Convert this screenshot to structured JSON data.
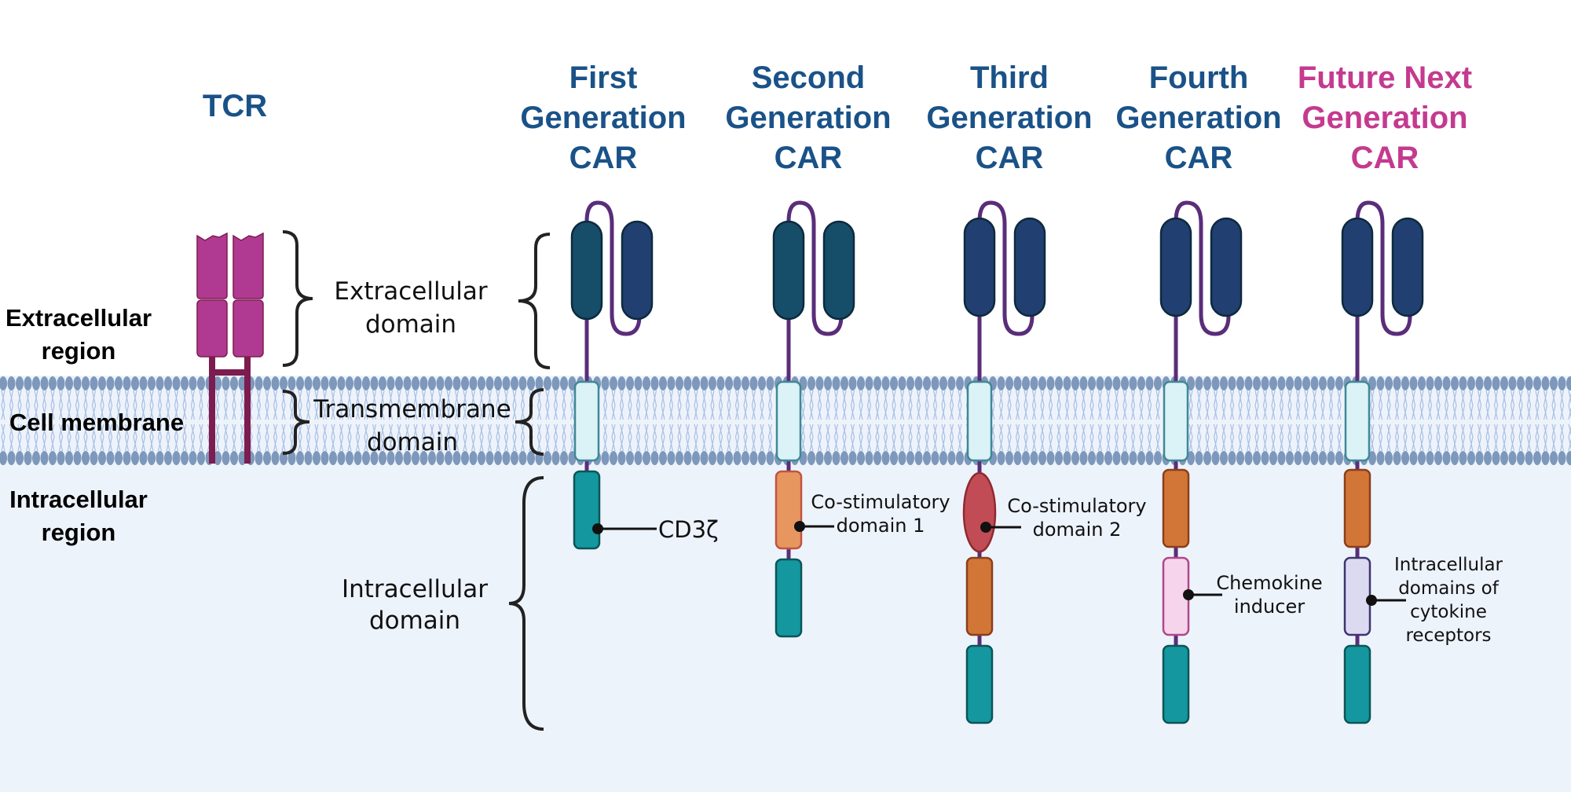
{
  "colors": {
    "header_blue": "#1a5288",
    "header_magenta": "#c43a8f",
    "tcr_magenta": "#b03a91",
    "tcr_stem": "#7c1c4f",
    "scfv_dark_teal": "#164d69",
    "scfv_navy": "#223f72",
    "linker_purple": "#5a2d7a",
    "transmembrane_fill": "#dbf2f7",
    "transmembrane_border": "#3f8896",
    "cd3z_teal": "#14979f",
    "costim1_peach": "#e89660",
    "costim2_red": "#c24c55",
    "costim_orange": "#d27638",
    "chemokine_pink": "#f6d5ec",
    "cytokine_lavender": "#dcdaf1",
    "membrane_head": "#7d98bb",
    "intracellular_bg": "#edf3fb"
  },
  "headers": {
    "tcr": "TCR",
    "gen1": [
      "First",
      "Generation",
      "CAR"
    ],
    "gen2": [
      "Second",
      "Generation",
      "CAR"
    ],
    "gen3": [
      "Third",
      "Generation",
      "CAR"
    ],
    "gen4": [
      "Fourth",
      "Generation",
      "CAR"
    ],
    "future": [
      "Future Next",
      "Generation",
      "CAR"
    ]
  },
  "regions": {
    "extracellular": [
      "Extracellular",
      "region"
    ],
    "membrane": "Cell membrane",
    "intracellular": [
      "Intracellular",
      "region"
    ]
  },
  "domains": {
    "extracellular": [
      "Extracellular",
      "domain"
    ],
    "transmembrane": [
      "Transmembrane",
      "domain"
    ],
    "intracellular": [
      "Intracellular",
      "domain"
    ]
  },
  "callouts": {
    "cd3z": "CD3ζ",
    "costim1": [
      "Co-stimulatory",
      "domain 1"
    ],
    "costim2": [
      "Co-stimulatory",
      "domain 2"
    ],
    "chemokine": [
      "Chemokine",
      "inducer"
    ],
    "cytokine": [
      "Intracellular",
      "domains of",
      "cytokine",
      "receptors"
    ]
  }
}
